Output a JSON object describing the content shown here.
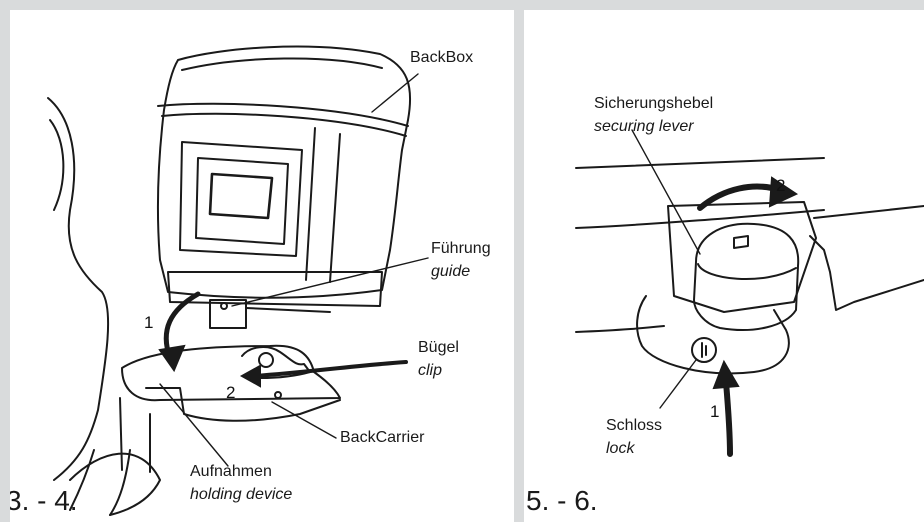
{
  "left_panel": {
    "step": "3. - 4.",
    "labels": {
      "backbox": "BackBox",
      "guide_de": "Führung",
      "guide_en": "guide",
      "clip_de": "Bügel",
      "clip_en": "clip",
      "backcarrier": "BackCarrier",
      "holding_de": "Aufnahmen",
      "holding_en": "holding device"
    },
    "arrow_numbers": [
      "1",
      "2"
    ]
  },
  "right_panel": {
    "step": "5. - 6.",
    "labels": {
      "lever_de": "Sicherungshebel",
      "lever_en": "securing lever",
      "lock_de": "Schloss",
      "lock_en": "lock"
    },
    "arrow_numbers": [
      "2",
      "1"
    ]
  }
}
